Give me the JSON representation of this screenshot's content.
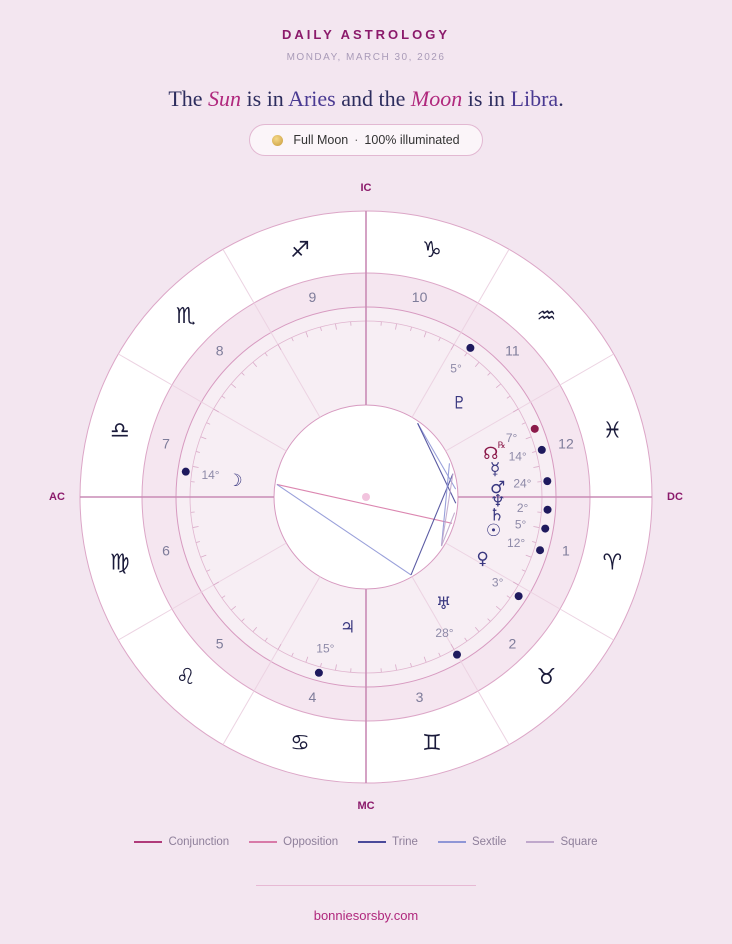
{
  "header": {
    "eyebrow": "DAILY ASTROLOGY",
    "date": "MONDAY, MARCH 30, 2026",
    "headline": {
      "p1": "The ",
      "sun_word": "Sun",
      "p2": " is in ",
      "sun_sign": "Aries",
      "p3": " and the ",
      "moon_word": "Moon",
      "p4": " is in ",
      "moon_sign": "Libra",
      "p5": "."
    }
  },
  "moon_phase": {
    "label": "Full Moon",
    "separator": "·",
    "illumination": "100% illuminated"
  },
  "chart_data": {
    "type": "natal-wheel",
    "angles": {
      "top": "IC",
      "left": "AC",
      "right": "DC",
      "bottom": "MC"
    },
    "zodiac_signs": [
      {
        "glyph": "♑",
        "name": "capricorn",
        "mid_deg": 75
      },
      {
        "glyph": "♐",
        "name": "sagittarius",
        "mid_deg": 105
      },
      {
        "glyph": "♏",
        "name": "scorpio",
        "mid_deg": 135
      },
      {
        "glyph": "♎",
        "name": "libra",
        "mid_deg": 165
      },
      {
        "glyph": "♍",
        "name": "virgo",
        "mid_deg": 195
      },
      {
        "glyph": "♌",
        "name": "leo",
        "mid_deg": 225
      },
      {
        "glyph": "♋",
        "name": "cancer",
        "mid_deg": 255
      },
      {
        "glyph": "♊",
        "name": "gemini",
        "mid_deg": 285
      },
      {
        "glyph": "♉",
        "name": "taurus",
        "mid_deg": 315
      },
      {
        "glyph": "♈",
        "name": "aries",
        "mid_deg": 345
      },
      {
        "glyph": "♓",
        "name": "pisces",
        "mid_deg": 15
      },
      {
        "glyph": "♒",
        "name": "aquarius",
        "mid_deg": 45
      }
    ],
    "houses": [
      {
        "num": "10",
        "mid_deg": 75
      },
      {
        "num": "9",
        "mid_deg": 105
      },
      {
        "num": "8",
        "mid_deg": 135
      },
      {
        "num": "7",
        "mid_deg": 165
      },
      {
        "num": "6",
        "mid_deg": 195
      },
      {
        "num": "5",
        "mid_deg": 225
      },
      {
        "num": "4",
        "mid_deg": 255
      },
      {
        "num": "3",
        "mid_deg": 285
      },
      {
        "num": "2",
        "mid_deg": 315
      },
      {
        "num": "1",
        "mid_deg": 345
      },
      {
        "num": "12",
        "mid_deg": 15
      },
      {
        "num": "11",
        "mid_deg": 45
      }
    ],
    "planets": [
      {
        "name": "pluto",
        "glyph": "♇",
        "degree": "5°",
        "angle": 55,
        "glyph_angle": 45,
        "retro": false,
        "color": "#1f1a5e"
      },
      {
        "name": "north-node",
        "glyph": "☊",
        "degree": "7°",
        "angle": 22,
        "glyph_angle": 19,
        "retro": true,
        "retro_mark": "℞",
        "color": "#8b1a4a"
      },
      {
        "name": "mercury",
        "glyph": "☿",
        "degree": "14°",
        "angle": 15,
        "glyph_angle": 12,
        "retro": false,
        "color": "#1f1a5e"
      },
      {
        "name": "mars",
        "glyph": "♂",
        "degree": "24°",
        "angle": 5,
        "glyph_angle": 4,
        "retro": false,
        "color": "#1f1a5e"
      },
      {
        "name": "neptune",
        "glyph": "♆",
        "degree": "2°",
        "angle": 356,
        "glyph_angle": 358,
        "retro": false,
        "color": "#1f1a5e"
      },
      {
        "name": "saturn",
        "glyph": "♄",
        "degree": "5°",
        "angle": 350,
        "glyph_angle": 352,
        "retro": false,
        "color": "#1f1a5e"
      },
      {
        "name": "sun",
        "glyph": "☉",
        "degree": "12°",
        "angle": 343,
        "glyph_angle": 345,
        "retro": false,
        "color": "#1f1a5e"
      },
      {
        "name": "venus",
        "glyph": "♀",
        "degree": "3°",
        "angle": 327,
        "glyph_angle": 332,
        "retro": false,
        "color": "#1f1a5e"
      },
      {
        "name": "uranus",
        "glyph": "♅",
        "degree": "28°",
        "angle": 300,
        "glyph_angle": 306,
        "retro": false,
        "color": "#1f1a5e"
      },
      {
        "name": "jupiter",
        "glyph": "♃",
        "degree": "15°",
        "angle": 255,
        "glyph_angle": 262,
        "retro": false,
        "color": "#1f1a5e"
      },
      {
        "name": "moon",
        "glyph": "☽",
        "degree": "14°",
        "angle": 172,
        "glyph_angle": 173,
        "retro": false,
        "color": "#1f1a5e"
      }
    ],
    "aspects": [
      {
        "from": "sun",
        "to": "moon",
        "type": "opposition"
      },
      {
        "from": "moon",
        "to": "uranus",
        "type": "sextile"
      },
      {
        "from": "mercury",
        "to": "uranus",
        "type": "trine"
      },
      {
        "from": "mars",
        "to": "pluto",
        "type": "sextile"
      },
      {
        "from": "pluto",
        "to": "neptune",
        "type": "trine"
      },
      {
        "from": "north-node",
        "to": "venus",
        "type": "sextile"
      },
      {
        "from": "saturn",
        "to": "venus",
        "type": "square"
      },
      {
        "from": "mercury",
        "to": "venus",
        "type": "square"
      }
    ],
    "aspect_colors": {
      "conjunction": "#b03a7a",
      "opposition": "#d87aa8",
      "trine": "#4a4a9a",
      "sextile": "#8f96d6",
      "square": "#c0a8cc"
    }
  },
  "legend": [
    {
      "label": "Conjunction",
      "color": "#b03a7a"
    },
    {
      "label": "Opposition",
      "color": "#d87aa8"
    },
    {
      "label": "Trine",
      "color": "#4a4a9a"
    },
    {
      "label": "Sextile",
      "color": "#8f96d6"
    },
    {
      "label": "Square",
      "color": "#c0a8cc"
    }
  ],
  "footer": {
    "site": "bonniesorsby.com"
  }
}
